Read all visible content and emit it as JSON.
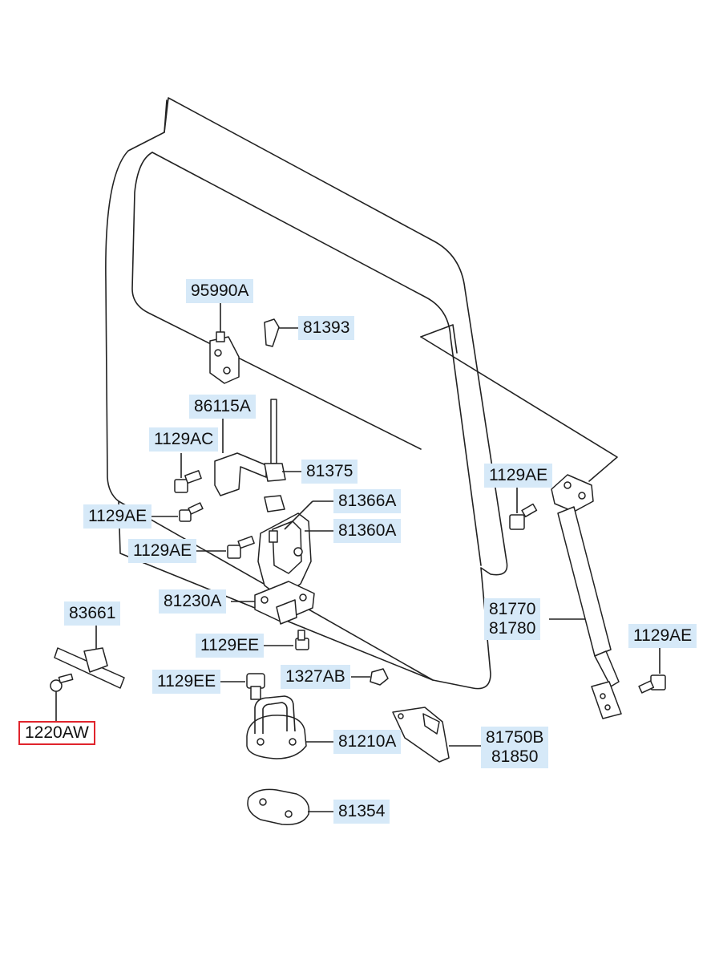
{
  "parts": {
    "p95990A": "95990A",
    "p81393": "81393",
    "p86115A": "86115A",
    "p1129AC": "1129AC",
    "p81375": "81375",
    "p1129AE_right": "1129AE",
    "p81366A": "81366A",
    "p1129AE_left": "1129AE",
    "p81360A": "81360A",
    "p1129AE_mid": "1129AE",
    "p81230A": "81230A",
    "p83661": "83661",
    "p81770": "81770",
    "p81780": "81780",
    "p1129AE_far_right": "1129AE",
    "p1129EE_upper": "1129EE",
    "p1327AB": "1327AB",
    "p1129EE_lower": "1129EE",
    "p1220AW": "1220AW",
    "p81210A": "81210A",
    "p81750B": "81750B",
    "p81850": "81850",
    "p81354": "81354"
  },
  "colors": {
    "label_highlight": "#d6e9f8",
    "selected_border": "#e0242c",
    "line": "#222222"
  },
  "selected_part": "1220AW"
}
